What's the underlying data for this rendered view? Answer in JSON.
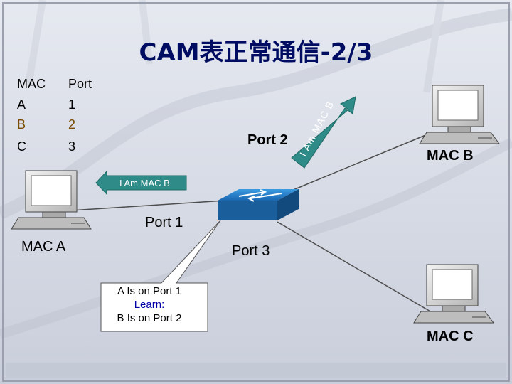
{
  "title": "CAM表正常通信-2/3",
  "cam_table": {
    "headers": [
      "MAC",
      "Port"
    ],
    "rows": [
      {
        "mac": "A",
        "port": "1"
      },
      {
        "mac": "B",
        "port": "2"
      },
      {
        "mac": "C",
        "port": "3"
      }
    ],
    "highlight_color": "#7a4b00"
  },
  "ports": {
    "port1": "Port 1",
    "port2": "Port 2",
    "port3": "Port 3"
  },
  "hosts": {
    "a": "MAC A",
    "b": "MAC B",
    "c": "MAC C"
  },
  "frames": {
    "from_a": "I Am MAC B",
    "from_b": "I Am MAC B"
  },
  "callout": {
    "line1": "A Is on Port 1",
    "line2": "Learn:",
    "line3": "B Is on Port 2"
  },
  "colors": {
    "title": "#000c62",
    "arrow": "#2e8b87",
    "switch": "#1e73b8",
    "learn": "#0000aa"
  }
}
